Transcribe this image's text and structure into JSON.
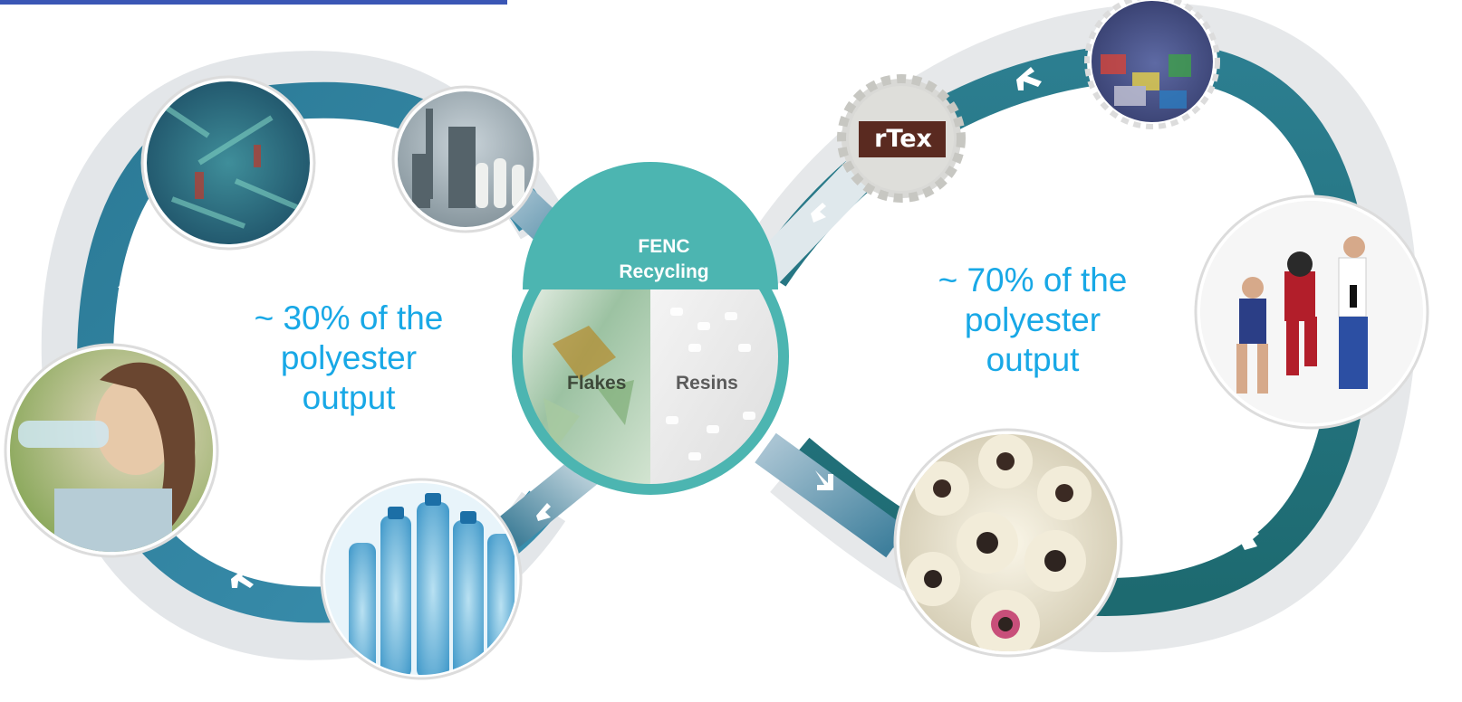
{
  "center": {
    "title_line1": "FENC",
    "title_line2": "Recycling",
    "flakes_label": "Flakes",
    "resins_label": "Resins"
  },
  "left_loop": {
    "line1": "~ 30% of the",
    "line2": "polyester",
    "line3": "output"
  },
  "right_loop": {
    "line1": "~ 70% of the",
    "line2": "polyester",
    "line3": "output"
  },
  "badge": {
    "text": "rTex"
  },
  "colors": {
    "loop_teal": "#2f7f96",
    "loop_dark": "#1f6a72",
    "center_teal": "#4cb5b1",
    "text_blue": "#18a8e6",
    "rtex_brown": "#5a2a20",
    "top_strip": "#3a56b5"
  },
  "icons": {
    "arrow": "arrow-icon"
  }
}
